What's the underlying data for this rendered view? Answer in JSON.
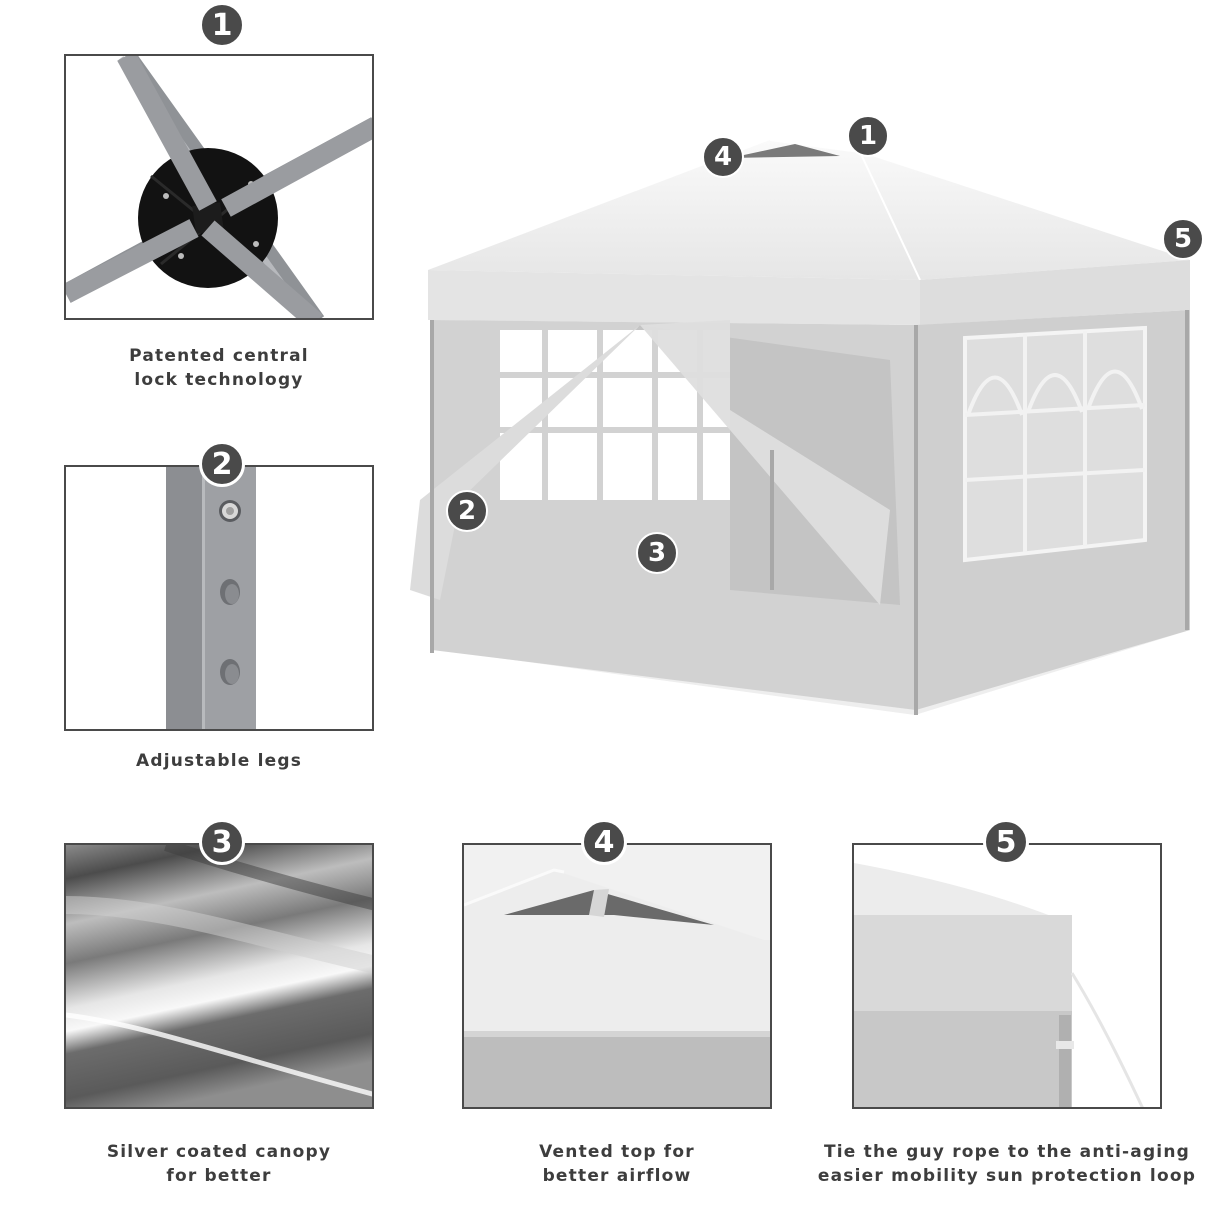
{
  "features": [
    {
      "number": "1",
      "name": "central-lock",
      "caption_lines": [
        "Patented central",
        "lock technology"
      ]
    },
    {
      "number": "2",
      "name": "adjustable-legs",
      "caption_lines": [
        "Adjustable legs"
      ]
    },
    {
      "number": "3",
      "name": "silver-canopy",
      "caption_lines": [
        "Silver coated canopy",
        "for better"
      ]
    },
    {
      "number": "4",
      "name": "vented-top",
      "caption_lines": [
        "Vented top for",
        "better airflow"
      ]
    },
    {
      "number": "5",
      "name": "guy-rope",
      "caption_lines": [
        "Tie the guy rope to the anti-aging",
        "easier mobility sun protection loop"
      ]
    }
  ],
  "main_image": {
    "callouts": [
      "4",
      "1",
      "5",
      "2",
      "3"
    ]
  },
  "colors": {
    "badge": "#4a4a4a",
    "frame": "#4a4a4a",
    "text": "#3d3d3d",
    "pole": "#9a9ca0",
    "canopy": "#ececec",
    "wall": "#c9c9c9"
  }
}
